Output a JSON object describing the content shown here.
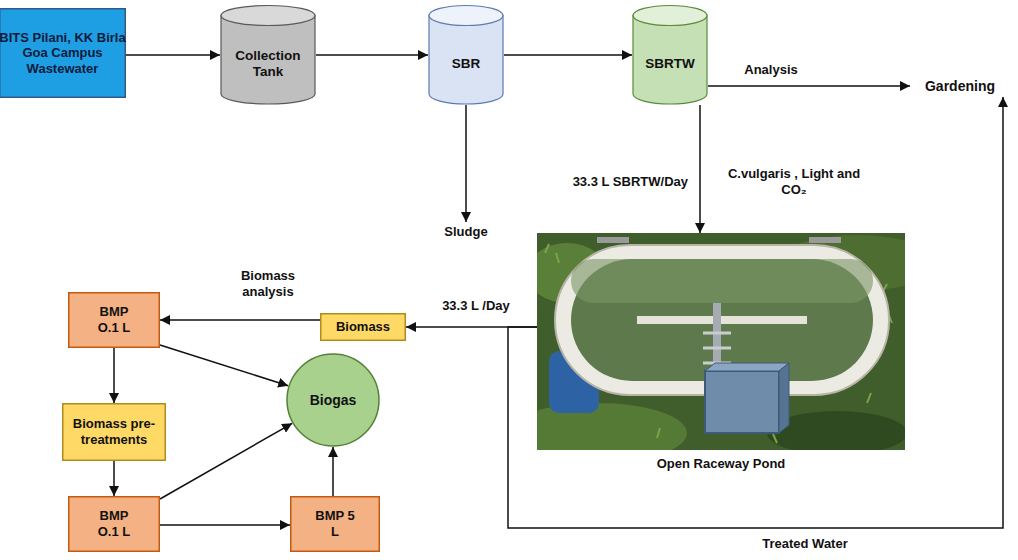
{
  "diagram": {
    "nodes": [
      {
        "text": [
          "BITS Pilani, KK Birla Goa Campus Wastewater"
        ]
      },
      {
        "text": [
          "Collection Tank"
        ]
      },
      {
        "text": [
          "SBR"
        ]
      },
      {
        "text": [
          "SBRTW"
        ]
      },
      {
        "text": [
          "Gardening"
        ]
      },
      {
        "text": [
          "Sludge"
        ]
      },
      {
        "text": [
          "Open Raceway Pond"
        ]
      },
      {
        "text": [
          "Biomass"
        ]
      },
      {
        "text": [
          "BMP O.1 L"
        ]
      },
      {
        "text": [
          "Biomass pre-treatments"
        ]
      },
      {
        "text": [
          "Biogas"
        ]
      },
      {
        "text": [
          "BMP O.1 L"
        ]
      },
      {
        "text": [
          "BMP 5 L"
        ]
      }
    ],
    "edges": [
      {
        "from": 0,
        "to": 1,
        "arrow": "to"
      },
      {
        "from": 1,
        "to": 2,
        "arrow": "to"
      },
      {
        "from": 2,
        "to": 3,
        "arrow": "to"
      },
      {
        "from": 3,
        "to": 4,
        "label": "Analysis",
        "arrow": "to"
      },
      {
        "from": 2,
        "to": 5,
        "arrow": "to"
      },
      {
        "from": 3,
        "to": 6,
        "label": "33.3 L SBRTW/Day",
        "arrow": "to"
      },
      {
        "from": 6,
        "to": 7,
        "label": "33.3 L /Day",
        "arrow": "to"
      },
      {
        "from": 6,
        "to": 4,
        "label": "Treated Water",
        "arrow": "to"
      },
      {
        "from": 7,
        "to": 8,
        "label": "Biomass analysis",
        "arrow": "to"
      },
      {
        "from": 8,
        "to": 10,
        "arrow": "to"
      },
      {
        "from": 8,
        "to": 9,
        "arrow": "to"
      },
      {
        "from": 9,
        "to": 11,
        "arrow": "to"
      },
      {
        "from": 11,
        "to": 10,
        "arrow": "to"
      },
      {
        "from": 11,
        "to": 12,
        "arrow": "to"
      },
      {
        "from": 12,
        "to": 10,
        "arrow": "to"
      }
    ],
    "labels": [
      "C.vulgaris , Light and CO₂"
    ]
  }
}
